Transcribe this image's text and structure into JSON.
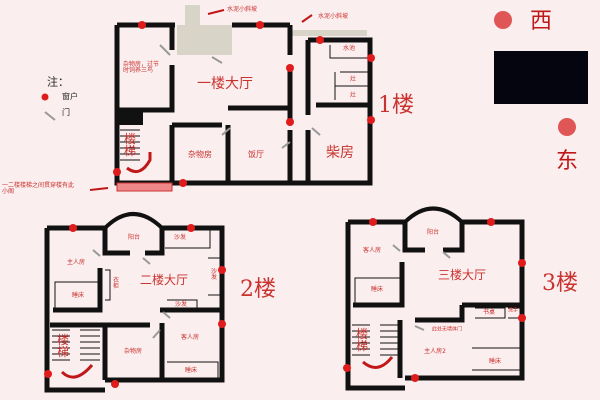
{
  "legend": {
    "title": "注：",
    "window": "窗户",
    "door": "门"
  },
  "compass": {
    "west": "西",
    "east": "东",
    "accent": "#e05555"
  },
  "floor1": {
    "label": "1楼",
    "hall": "一楼大厅",
    "storage_note": "杂物房，过节时饲养三鸟",
    "storage": "杂物房",
    "dining": "饭厅",
    "woodshed": "柴房",
    "sink": "水池",
    "stove1": "灶",
    "stove2": "灶",
    "stairs": "楼梯",
    "slope1": "水泥小斜坡",
    "slope2": "水泥小斜坡",
    "loft_note": "一二楼楼梯之间贯穿楼有此小阁"
  },
  "floor2": {
    "label": "2楼",
    "balcony": "阳台",
    "sofa_top": "沙发",
    "master": "主人房",
    "hall": "二楼大厅",
    "bed1": "睡床",
    "wardrobe": "衣柜",
    "sofa_side": "沙发",
    "sofa_mid": "沙发",
    "storage": "杂物房",
    "guest": "客人房",
    "bed2": "睡床",
    "stairs": "楼梯"
  },
  "floor3": {
    "label": "3楼",
    "balcony": "阳台",
    "guest": "客人房",
    "hall": "三楼大厅",
    "bed1": "睡床",
    "desk": "书桌",
    "wash": "洗手",
    "no_wall_note": "此处无墙体门",
    "master2": "主人房2",
    "bed2": "睡床",
    "stairs": "楼梯"
  },
  "colors": {
    "wall": "#111111",
    "window": "#e01b1b",
    "text": "#c9332f",
    "porch": "#d9d4c8"
  }
}
